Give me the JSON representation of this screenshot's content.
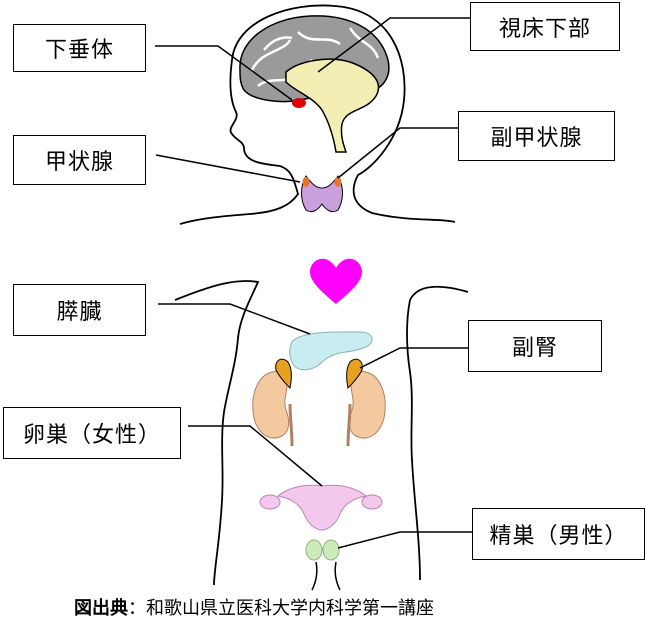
{
  "labels": {
    "pituitary": "下垂体",
    "hypothalamus": "視床下部",
    "thyroid": "甲状腺",
    "parathyroid": "副甲状腺",
    "pancreas": "膵臓",
    "adrenal": "副腎",
    "ovary": "卵巣（女性）",
    "testis": "精巣（男性）"
  },
  "source": {
    "prefix": "図出典",
    "text": "：和歌山県立医科大学内科学第一講座"
  },
  "colors": {
    "brain": "#9a9a9a",
    "cerebellum": "#f3eeb4",
    "pituitary": "#e00000",
    "thyroid": "#c9a0dc",
    "parathyroid": "#e8732a",
    "heart": "#ff00ff",
    "pancreas": "#c8ecf0",
    "kidney": "#f5c9a0",
    "adrenal": "#e8a020",
    "uterus": "#f2c8ec",
    "testis": "#ccebb8"
  }
}
